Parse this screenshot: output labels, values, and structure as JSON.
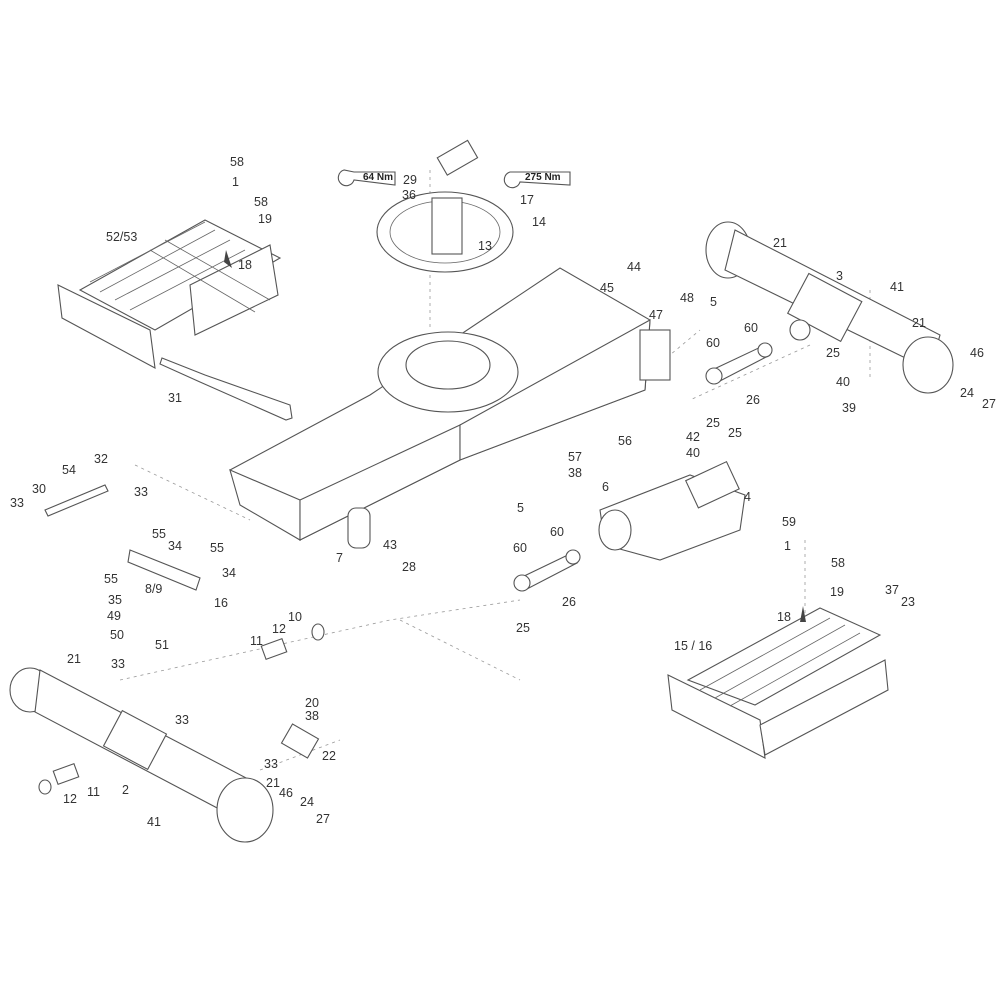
{
  "torque": {
    "wrench_left": "64 Nm",
    "wrench_right": "275 Nm"
  },
  "labels": [
    "58",
    "1",
    "58",
    "19",
    "52/53",
    "18",
    "31",
    "29",
    "36",
    "17",
    "14",
    "13",
    "21",
    "3",
    "41",
    "44",
    "45",
    "48",
    "47",
    "5",
    "60",
    "60",
    "21",
    "25",
    "46",
    "40",
    "24",
    "39",
    "27",
    "26",
    "25",
    "25",
    "42",
    "40",
    "56",
    "57",
    "38",
    "6",
    "4",
    "54",
    "32",
    "33",
    "30",
    "33",
    "55",
    "34",
    "55",
    "34",
    "55",
    "8/9",
    "35",
    "49",
    "16",
    "50",
    "51",
    "10",
    "12",
    "11",
    "5",
    "60",
    "60",
    "26",
    "25",
    "7",
    "43",
    "28",
    "59",
    "1",
    "58",
    "19",
    "37",
    "23",
    "18",
    "15 / 16",
    "21",
    "33",
    "33",
    "20",
    "38",
    "22",
    "33",
    "21",
    "46",
    "24",
    "27",
    "2",
    "11",
    "12",
    "41"
  ]
}
